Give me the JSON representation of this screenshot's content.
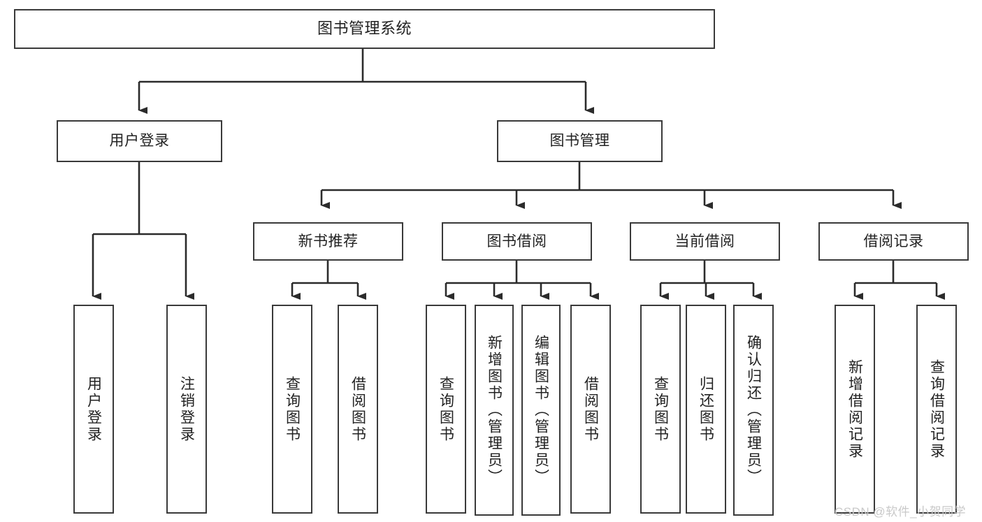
{
  "diagram": {
    "type": "hierarchy-tree",
    "title": "图书管理系统",
    "stroke_color": "#3a3a3a",
    "background_color": "#ffffff",
    "watermark": "CSDN @软件_小贺同学",
    "root": {
      "label": "图书管理系统"
    },
    "tier1": [
      {
        "label": "用户登录"
      },
      {
        "label": "图书管理"
      }
    ],
    "tier2": [
      {
        "label": "新书推荐"
      },
      {
        "label": "图书借阅"
      },
      {
        "label": "当前借阅"
      },
      {
        "label": "借阅记录"
      }
    ],
    "leaves": {
      "user_login": [
        {
          "label": "用户登录"
        },
        {
          "label": "注销登录"
        }
      ],
      "new_book_recommend": [
        {
          "label": "查询图书"
        },
        {
          "label": "借阅图书"
        }
      ],
      "book_borrow": [
        {
          "label": "查询图书"
        },
        {
          "label": "新增图书（管理员）"
        },
        {
          "label": "编辑图书（管理员）"
        },
        {
          "label": "借阅图书"
        }
      ],
      "current_borrow": [
        {
          "label": "查询图书"
        },
        {
          "label": "归还图书"
        },
        {
          "label": "确认归还（管理员）"
        }
      ],
      "borrow_record": [
        {
          "label": "新增借阅记录"
        },
        {
          "label": "查询借阅记录"
        }
      ]
    }
  }
}
